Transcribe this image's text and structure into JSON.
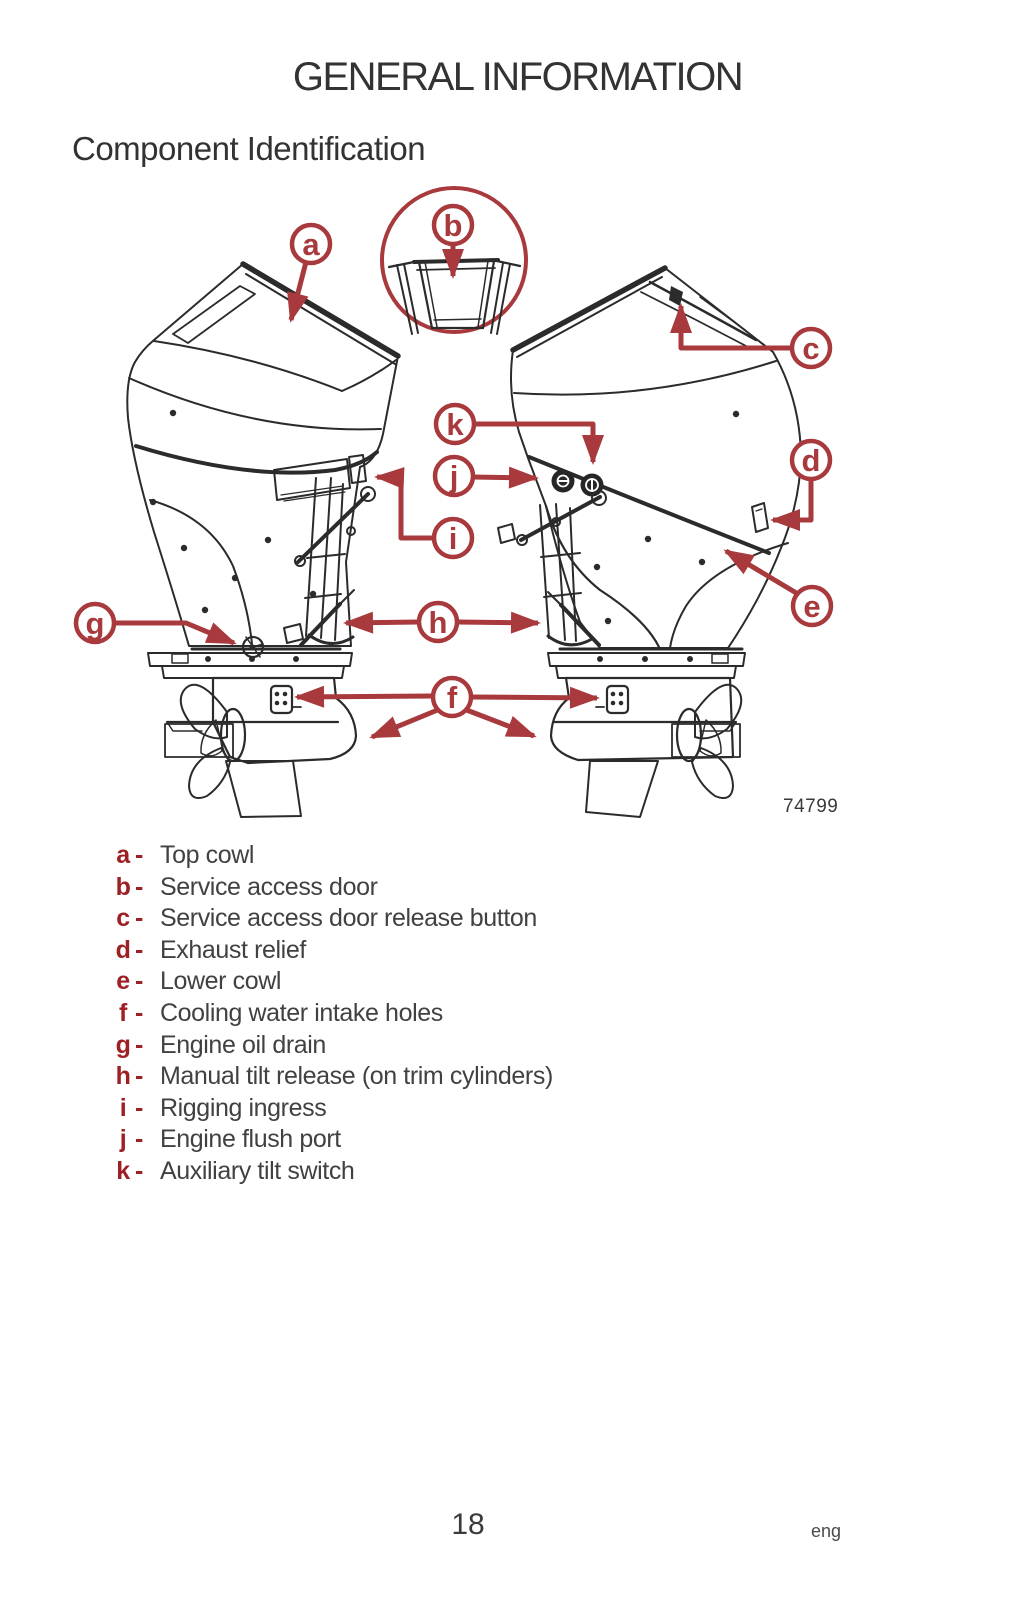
{
  "header": {
    "title": "GENERAL INFORMATION",
    "section": "Component Identification"
  },
  "diagram": {
    "figure_number": "74799",
    "callouts": [
      {
        "letter": "a"
      },
      {
        "letter": "b"
      },
      {
        "letter": "c"
      },
      {
        "letter": "d"
      },
      {
        "letter": "e"
      },
      {
        "letter": "f"
      },
      {
        "letter": "g"
      },
      {
        "letter": "h"
      },
      {
        "letter": "i"
      },
      {
        "letter": "j"
      },
      {
        "letter": "k"
      }
    ]
  },
  "legend": {
    "separator": "-",
    "items": [
      {
        "letter": "a",
        "label": "Top cowl"
      },
      {
        "letter": "b",
        "label": "Service access door"
      },
      {
        "letter": "c",
        "label": "Service access door release button"
      },
      {
        "letter": "d",
        "label": "Exhaust relief"
      },
      {
        "letter": "e",
        "label": "Lower cowl"
      },
      {
        "letter": "f",
        "label": "Cooling water intake holes"
      },
      {
        "letter": "g",
        "label": "Engine oil drain"
      },
      {
        "letter": "h",
        "label": "Manual tilt release (on trim cylinders)"
      },
      {
        "letter": "i",
        "label": "Rigging ingress"
      },
      {
        "letter": "j",
        "label": "Engine flush port"
      },
      {
        "letter": "k",
        "label": "Auxiliary tilt switch"
      }
    ]
  },
  "footer": {
    "page_number": "18",
    "language": "eng"
  },
  "colors": {
    "callout_red": "#A8393C",
    "legend_red": "#9D2025",
    "line_art_ink": "#2B2B2B",
    "text_dark": "#333333",
    "text_body": "#414141"
  }
}
